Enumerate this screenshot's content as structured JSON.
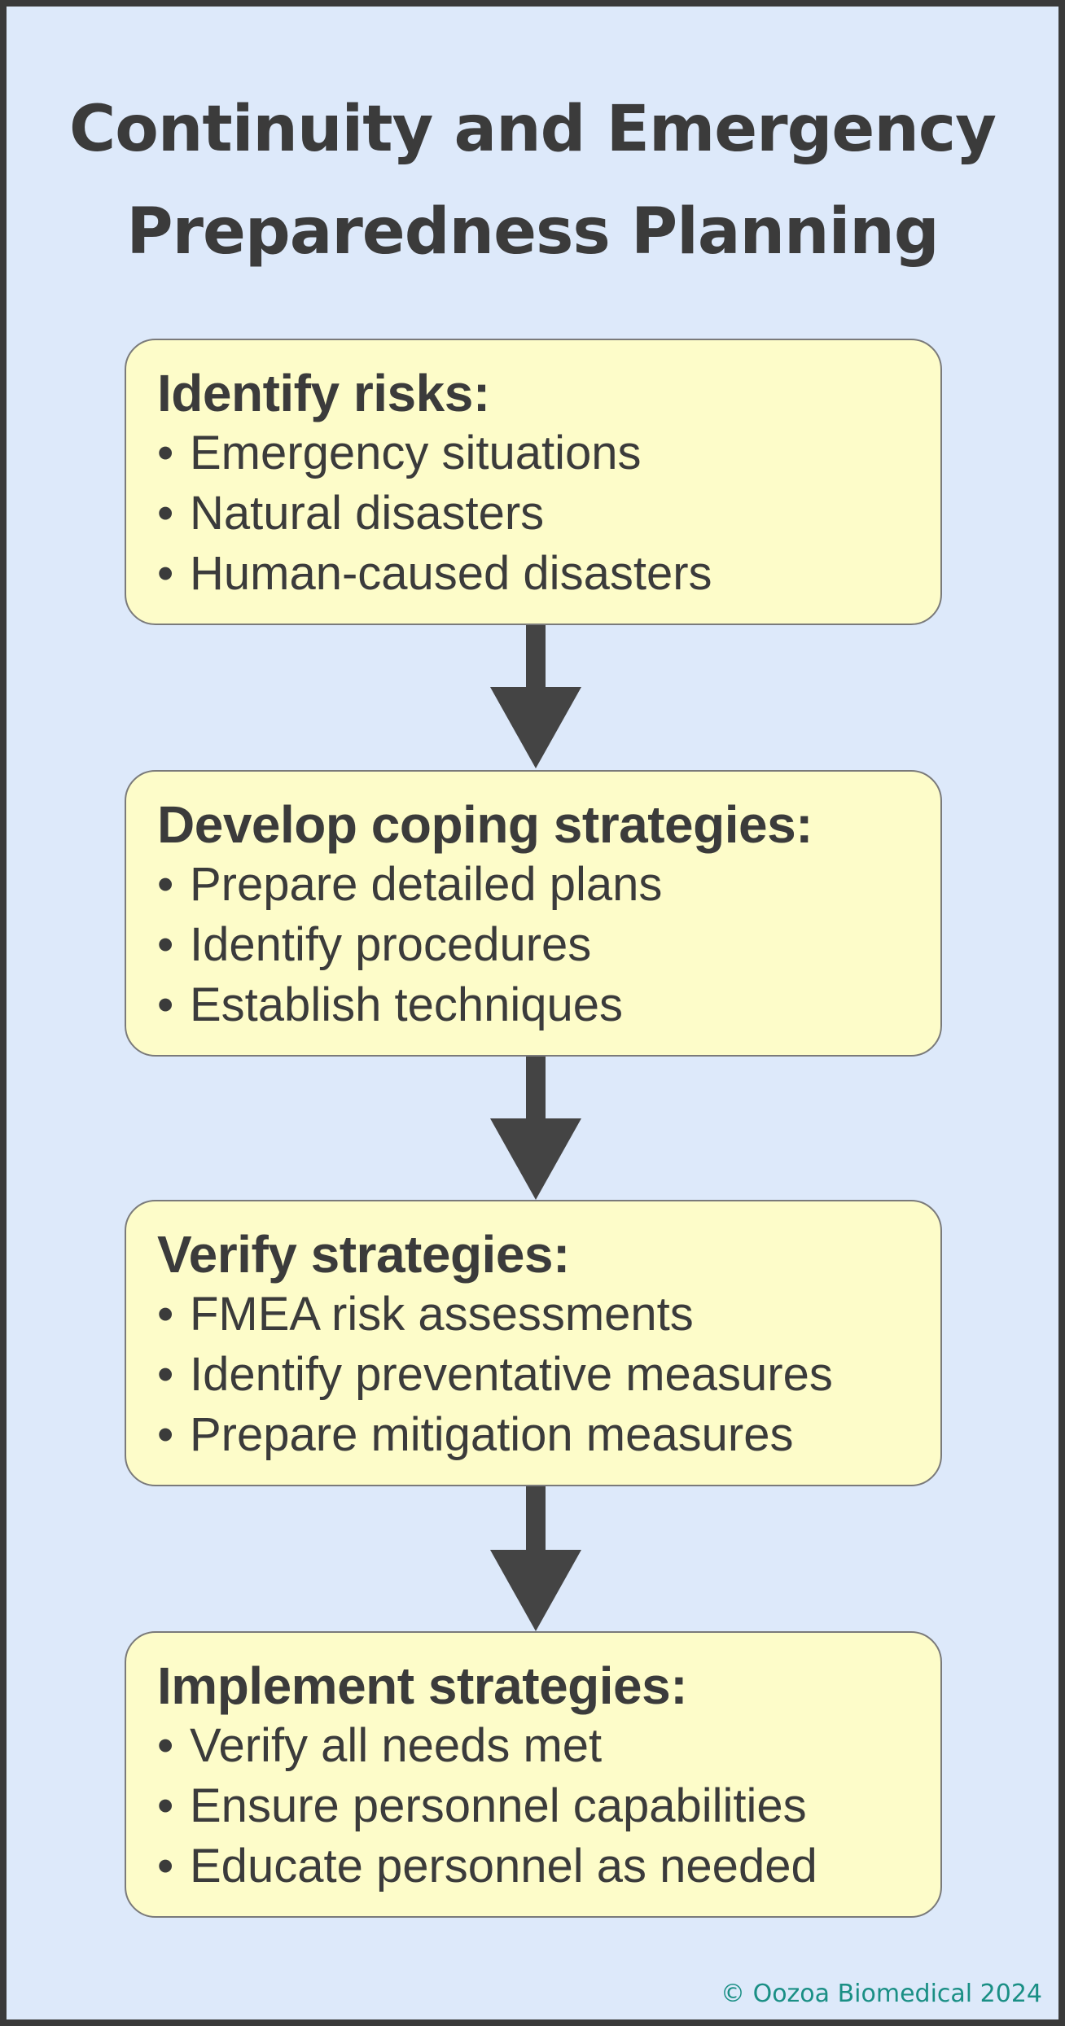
{
  "title": {
    "line1": "Continuity and Emergency",
    "line2": "Preparedness Planning"
  },
  "steps": [
    {
      "heading": "Identify risks:",
      "items": [
        "Emergency situations",
        "Natural disasters",
        "Human-caused disasters"
      ]
    },
    {
      "heading": "Develop coping strategies:",
      "items": [
        "Prepare detailed plans",
        "Identify procedures",
        "Establish techniques"
      ]
    },
    {
      "heading": "Verify strategies:",
      "items": [
        "FMEA risk assessments",
        "Identify preventative measures",
        "Prepare mitigation measures"
      ]
    },
    {
      "heading": "Implement strategies:",
      "items": [
        "Verify all needs met",
        "Ensure personnel capabilities",
        "Educate personnel as needed"
      ]
    }
  ],
  "footer": {
    "copyright": "© Oozoa Biomedical 2024"
  },
  "colors": {
    "background": "#dde9fa",
    "box_fill": "#fdfcc9",
    "text": "#3b3b3b",
    "arrow": "#444444",
    "footer_text": "#1a8f85"
  }
}
